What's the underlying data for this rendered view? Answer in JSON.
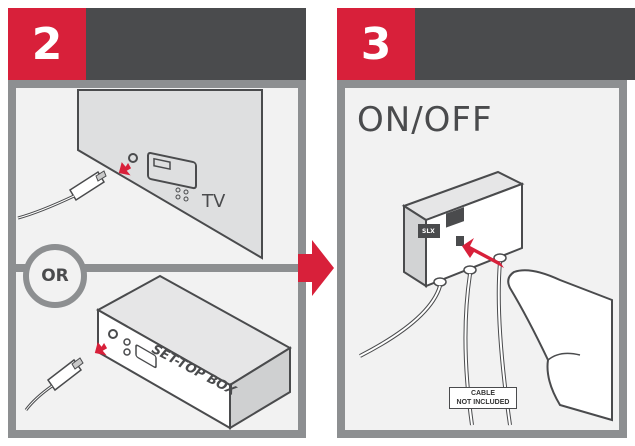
{
  "steps": [
    {
      "number": "2",
      "alternative_label": "OR",
      "tv_label": "TV",
      "box_label": "SET-TOP BOX"
    },
    {
      "number": "3",
      "title": "ON/OFF",
      "device_brand": "SLX",
      "cable_note_line1": "CABLE",
      "cable_note_line2": "NOT INCLUDED"
    }
  ],
  "colors": {
    "accent": "#d8203a",
    "header_dark": "#4a4b4d",
    "frame_gray": "#8d8f91",
    "panel_bg": "#f2f2f2"
  }
}
